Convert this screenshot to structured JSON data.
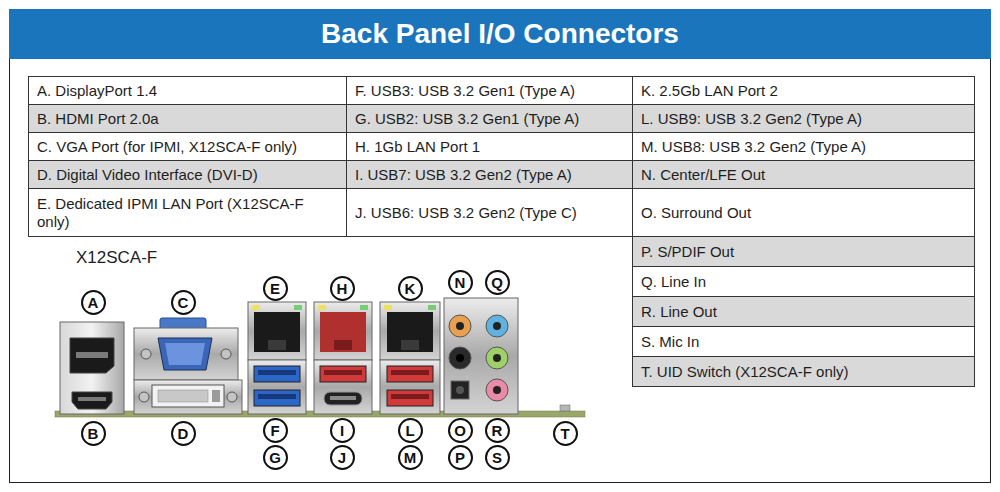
{
  "diagram": {
    "title": "Back Panel I/O Connectors",
    "nodes": [
      {
        "text": [
          "A"
        ]
      },
      {
        "text": [
          "C"
        ]
      },
      {
        "text": [
          "E"
        ]
      },
      {
        "text": [
          "H"
        ]
      },
      {
        "text": [
          "K"
        ]
      },
      {
        "text": [
          "N"
        ]
      },
      {
        "text": [
          "Q"
        ]
      },
      {
        "text": [
          "B"
        ]
      },
      {
        "text": [
          "D"
        ]
      },
      {
        "text": [
          "F"
        ]
      },
      {
        "text": [
          "G"
        ]
      },
      {
        "text": [
          "I"
        ]
      },
      {
        "text": [
          "J"
        ]
      },
      {
        "text": [
          "L"
        ]
      },
      {
        "text": [
          "M"
        ]
      },
      {
        "text": [
          "O"
        ]
      },
      {
        "text": [
          "P"
        ]
      },
      {
        "text": [
          "R"
        ]
      },
      {
        "text": [
          "S"
        ]
      },
      {
        "text": [
          "T"
        ]
      }
    ],
    "labels": [
      "A. DisplayPort 1.4",
      "F. USB3: USB 3.2 Gen1 (Type A)",
      "K. 2.5Gb LAN Port 2",
      "B. HDMI Port 2.0a",
      "G. USB2: USB 3.2 Gen1 (Type A)",
      "L. USB9: USB 3.2 Gen2 (Type A)",
      "C. VGA Port (for IPMI, X12SCA-F only)",
      "H. 1Gb LAN Port 1",
      "M. USB8: USB 3.2 Gen2 (Type A)",
      "D. Digital Video Interface (DVI-D)",
      "I. USB7: USB 3.2 Gen2 (Type A)",
      "N. Center/LFE Out",
      "E. Dedicated IPMI LAN Port (X12SCA-F only)",
      "J. USB6: USB 3.2 Gen2 (Type C)",
      "O. Surround Out",
      "P. S/PDIF Out",
      "Q. Line In",
      "R. Line Out",
      "S. Mic In",
      "T. UID Switch (X12SCA-F only)",
      "X12SCA-F"
    ]
  }
}
